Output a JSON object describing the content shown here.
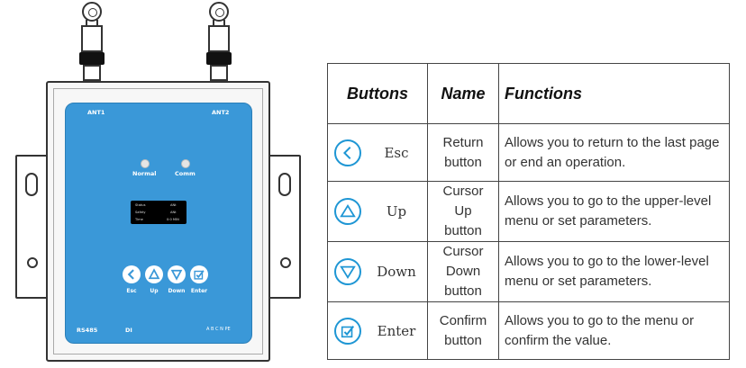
{
  "device": {
    "ant1_label": "ANT1",
    "ant2_label": "ANT2",
    "led_normal": "Normal",
    "led_comm": "Comm",
    "screen_lines": [
      {
        "left": "Status",
        "right": "ANt"
      },
      {
        "left": "Safety",
        "right": "ANt"
      },
      {
        "left": "Time",
        "right": "0:0 MIN"
      }
    ],
    "buttons": [
      {
        "label": "Esc",
        "icon": "chevron-left-icon"
      },
      {
        "label": "Up",
        "icon": "triangle-up-icon"
      },
      {
        "label": "Down",
        "icon": "triangle-down-icon"
      },
      {
        "label": "Enter",
        "icon": "checkbox-icon"
      }
    ],
    "rs485_label": "RS485",
    "di_label": "DI",
    "terminal_label": "A B C N PE",
    "accent_color": "#3a98d8"
  },
  "table": {
    "headers": {
      "buttons": "Buttons",
      "name": "Name",
      "functions": "Functions"
    },
    "rows": [
      {
        "icon": "chevron-left-icon",
        "button": "Esc",
        "name_lines": [
          "Return",
          "button"
        ],
        "function": "Allows you to return to the last page or end an operation."
      },
      {
        "icon": "triangle-up-icon",
        "button": "Up",
        "name_lines": [
          "Cursor",
          "Up",
          "button"
        ],
        "function": "Allows you to go to the upper-level menu or set parameters."
      },
      {
        "icon": "triangle-down-icon",
        "button": "Down",
        "name_lines": [
          "Cursor",
          "Down",
          "button"
        ],
        "function": "Allows you to go to the lower-level menu or set parameters."
      },
      {
        "icon": "checkbox-icon",
        "button": "Enter",
        "name_lines": [
          "Confirm",
          "button"
        ],
        "function": "Allows you to go to the menu or confirm the value."
      }
    ],
    "icon_color": "#1e96d4"
  }
}
